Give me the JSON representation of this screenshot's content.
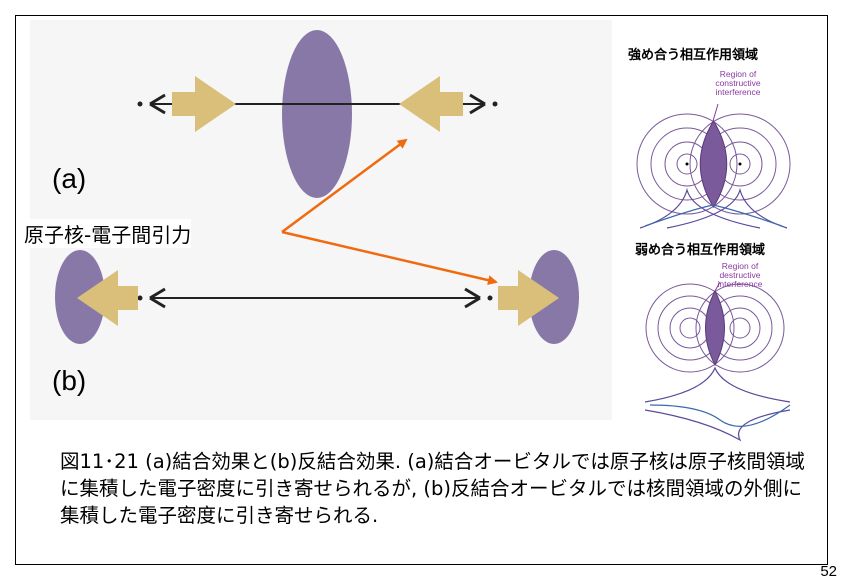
{
  "panel_labels": {
    "a": "(a)",
    "b": "(b)"
  },
  "attraction_label": "原子核-電子間引力",
  "interference": {
    "constructive": {
      "title": "強め合う相互作用領域",
      "annotation": [
        "Region of",
        "constructive",
        "interference"
      ]
    },
    "destructive": {
      "title": "弱め合う相互作用領域",
      "annotation": [
        "Region of",
        "destructive",
        "interference"
      ]
    }
  },
  "caption": {
    "figure_number": "図11･21",
    "text": "(a)結合効果と(b)反結合効果. (a)結合オービタルでは原子核は原子核間領域に集積した電子密度に引き寄せられるが, (b)反結合オービタルでは核間領域の外側に集積した電子密度に引き寄せられる."
  },
  "page_number": "52",
  "colors": {
    "electron_density": "#8878a8",
    "nucleus_arrow": "#d9bf7a",
    "pointer_arrow": "#f06a10",
    "orbit_lines": "#7a5a9a",
    "annotation_text": "#8a3aa0",
    "wave_line": "#3a6ab0"
  }
}
